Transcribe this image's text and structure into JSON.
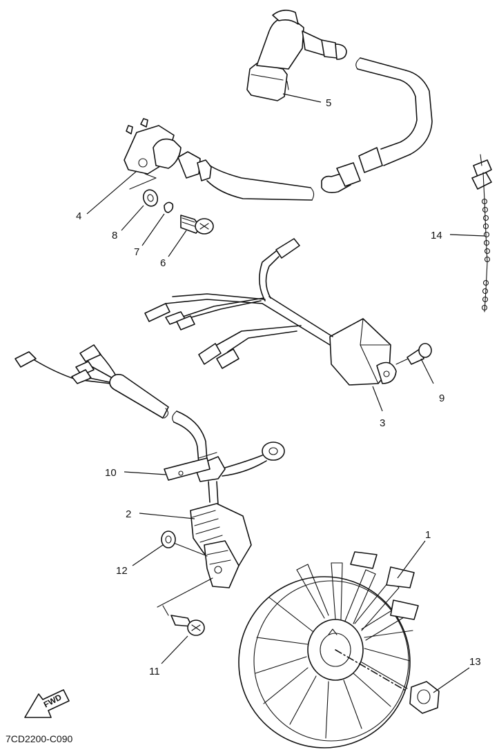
{
  "diagram": {
    "part_numbers": [
      "1",
      "2",
      "3",
      "4",
      "5",
      "6",
      "7",
      "8",
      "9",
      "10",
      "11",
      "12",
      "13",
      "14"
    ],
    "fwd_label": "FWD",
    "drawing_code": "7CD2200-C090"
  }
}
